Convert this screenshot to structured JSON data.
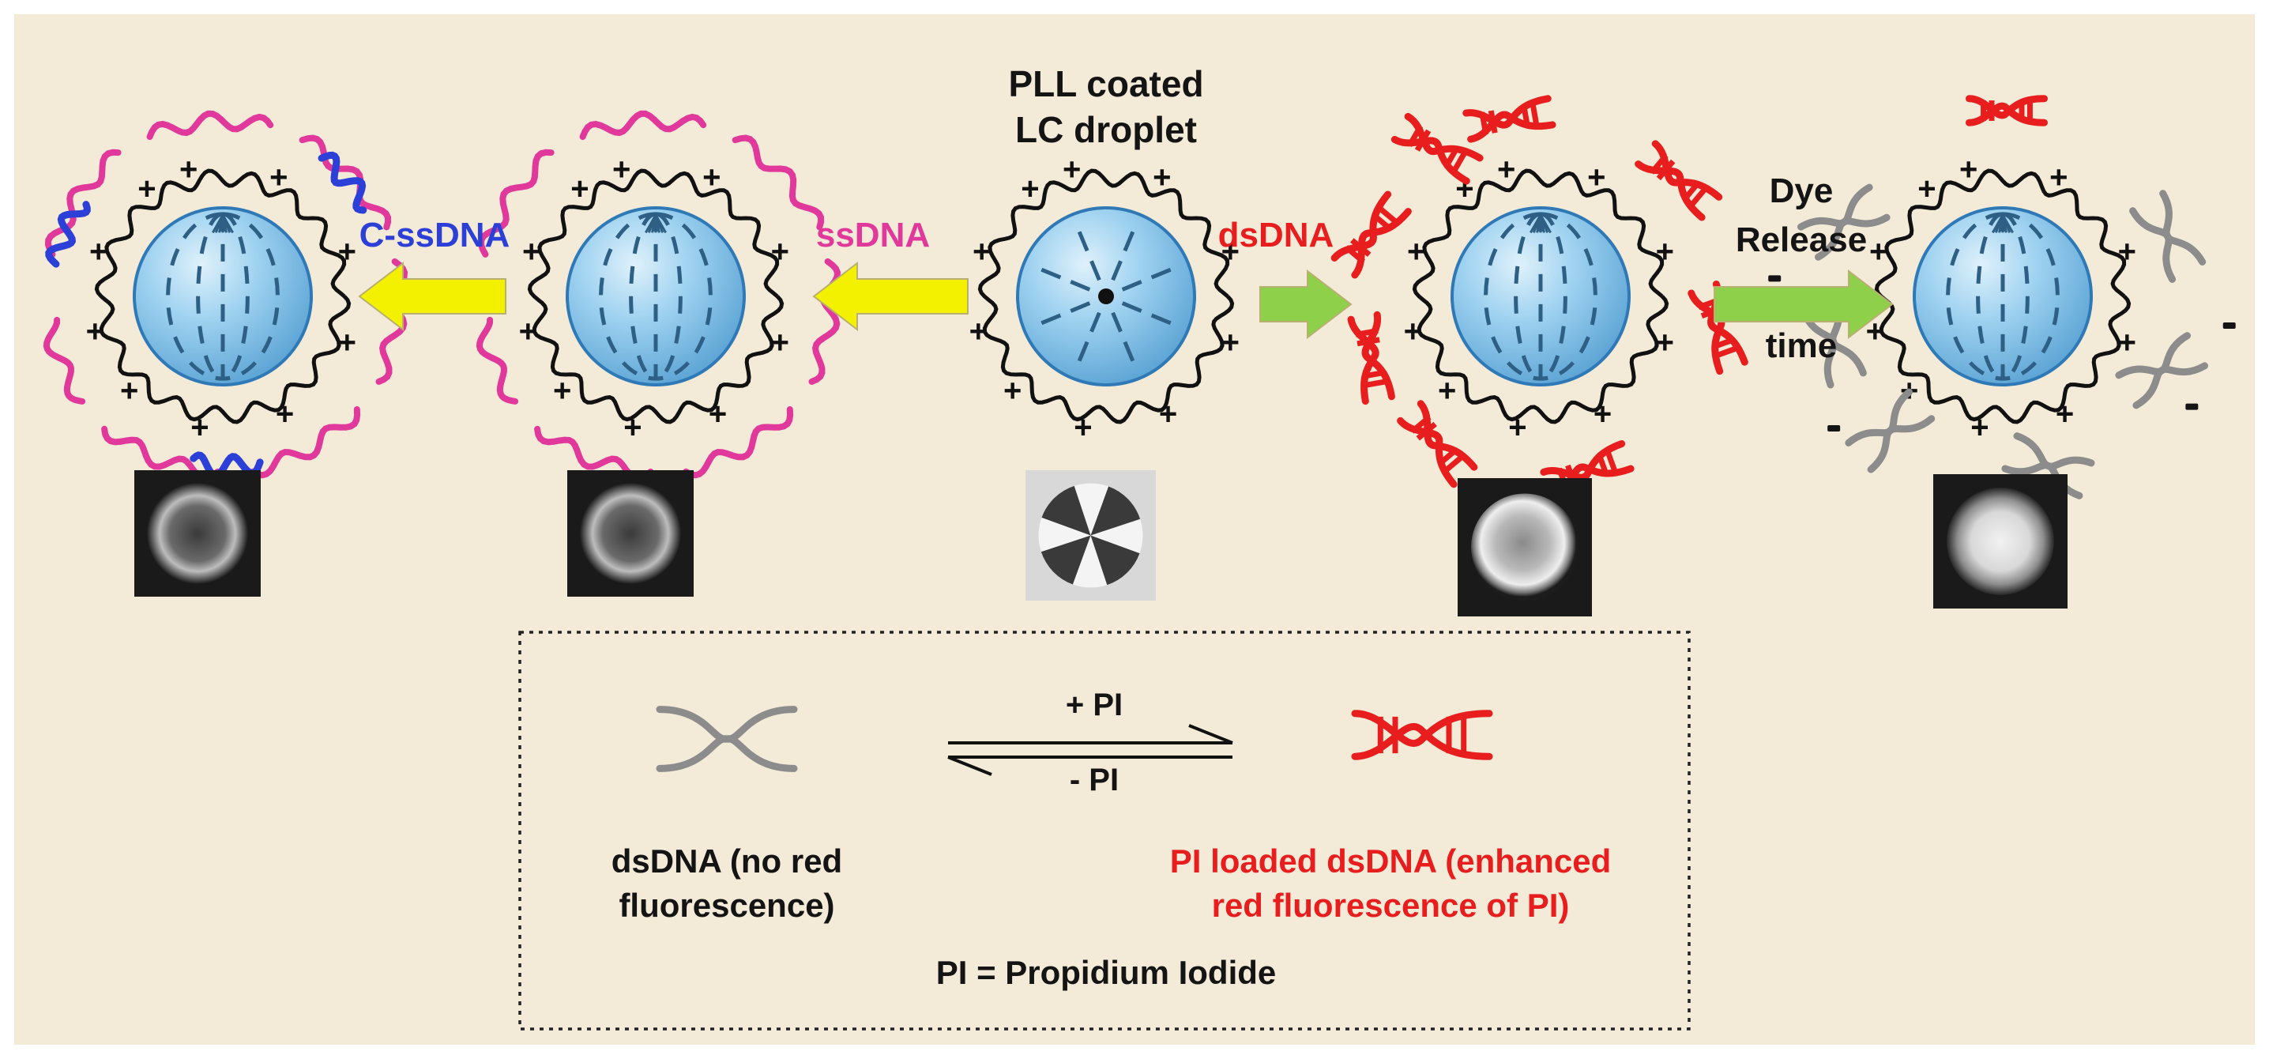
{
  "colors": {
    "panel_bg": "#f3ead8",
    "droplet_fill": "#8fc8ec",
    "droplet_edge": "#2f79b6",
    "director_lines": "#2e5f84",
    "pll_chain": "#111111",
    "ssdna": "#e0399b",
    "c_ssdna": "#2c3fd6",
    "ds_dna_loaded": "#e81e1e",
    "ds_dna_plain": "#8c8c8c",
    "arrow_yellow": "#f3f000",
    "arrow_green": "#8fd04a",
    "text_dark": "#141414",
    "label_magenta": "#e0399b",
    "label_blue": "#2c3fd6",
    "label_red": "#e81e1e"
  },
  "labels": {
    "center_title_line1": "PLL coated",
    "center_title_line2": "LC droplet",
    "c_ssdna": "C-ssDNA",
    "ssdna": "ssDNA",
    "dsdna": "dsDNA",
    "dye_line1": "Dye",
    "dye_line2": "Release",
    "dye_line3": "time",
    "plus": "+",
    "minus": "-"
  },
  "legend": {
    "plus_pi": "+ PI",
    "minus_pi": "- PI",
    "dsdna_line1": "dsDNA (no red",
    "dsdna_line2": "fluorescence)",
    "loaded_line1": "PI loaded dsDNA (enhanced",
    "loaded_line2": "red fluorescence of PI)",
    "pi_definition": "PI = Propidium Iodide"
  },
  "micrographs": [
    {
      "name": "micrograph-c-ssdna",
      "pattern": "bipolar-ring"
    },
    {
      "name": "micrograph-ssdna",
      "pattern": "bipolar-ring"
    },
    {
      "name": "micrograph-pll",
      "pattern": "radial-cross"
    },
    {
      "name": "micrograph-dsdna",
      "pattern": "bright-ring"
    },
    {
      "name": "micrograph-dye-release",
      "pattern": "bright-disk"
    }
  ]
}
